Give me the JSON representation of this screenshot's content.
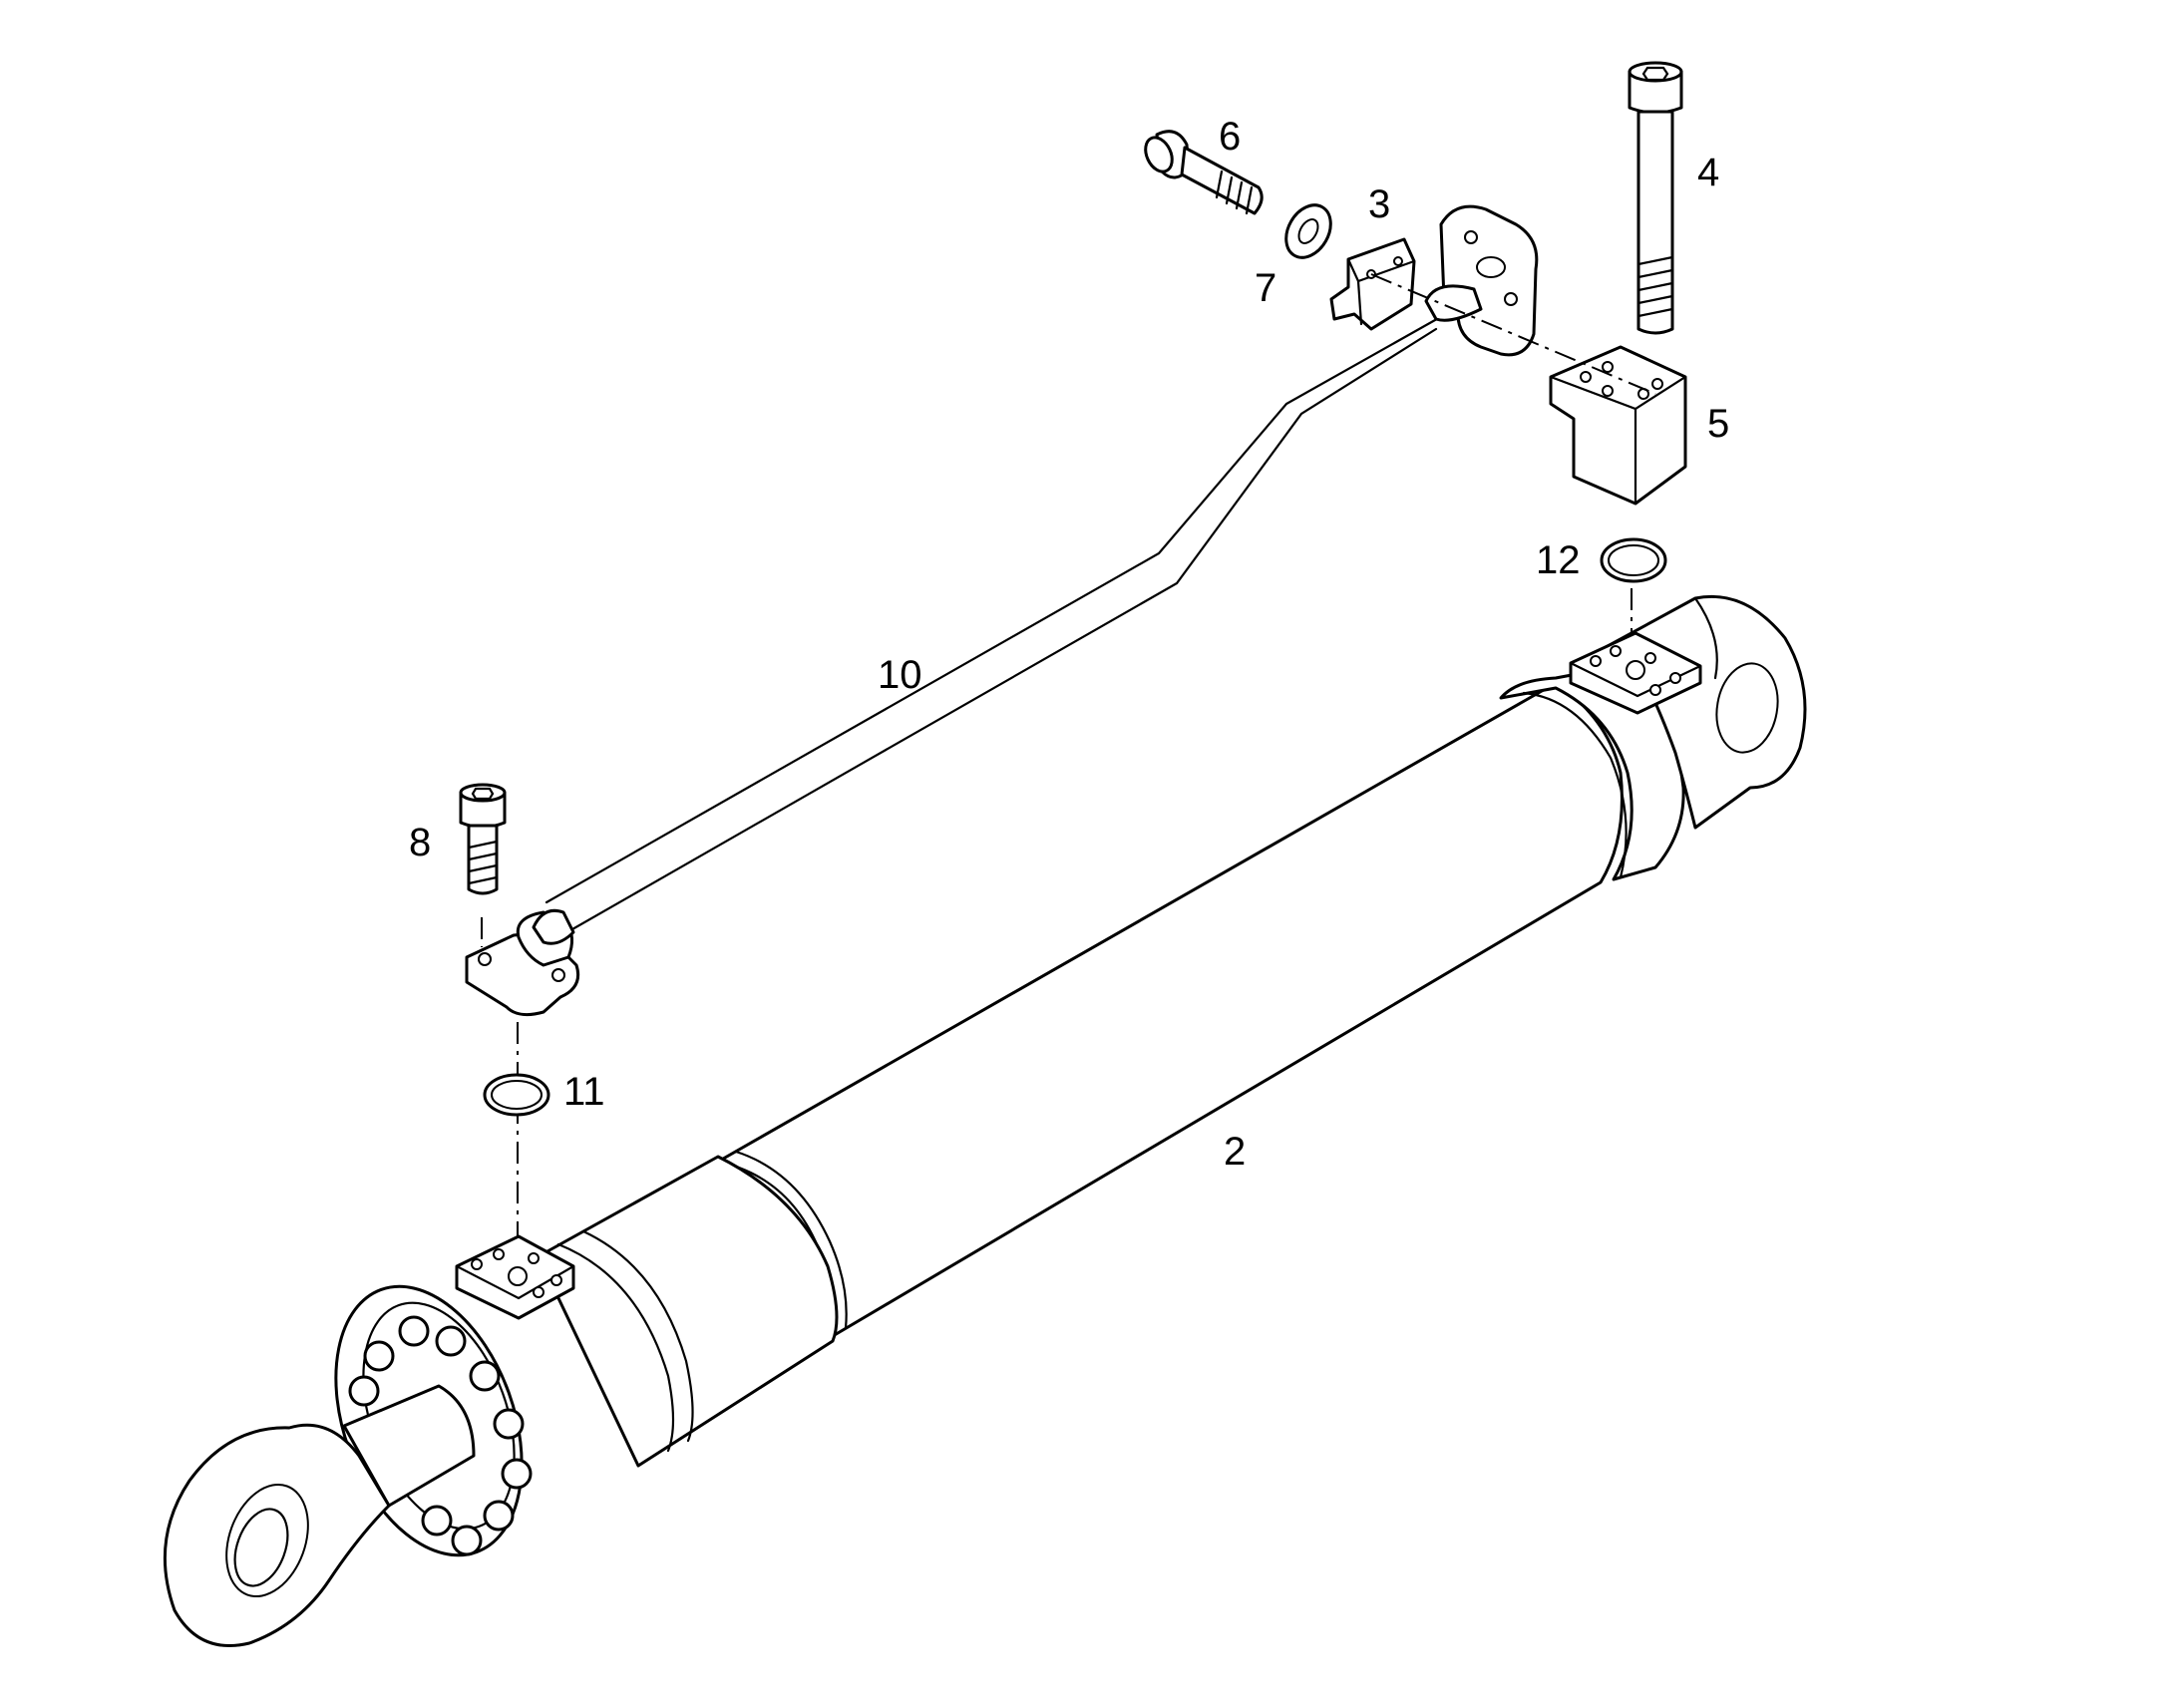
{
  "diagram": {
    "callouts": {
      "c2": "2",
      "c3": "3",
      "c4": "4",
      "c5": "5",
      "c6": "6",
      "c7": "7",
      "c8": "8",
      "c10": "10",
      "c11": "11",
      "c12": "12"
    },
    "colors": {
      "line": "#000000",
      "background": "#ffffff"
    }
  }
}
